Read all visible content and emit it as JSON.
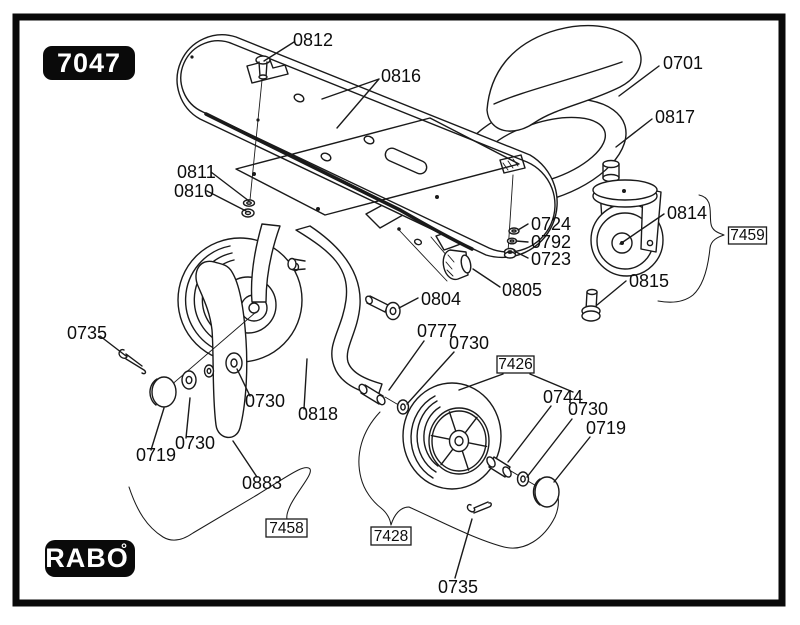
{
  "badge": {
    "model": "7047"
  },
  "logo": {
    "brand": "RABO",
    "mark": "°"
  },
  "assembly_boxes": {
    "b7459": "7459",
    "b7426": "7426",
    "b7458": "7458",
    "b7428": "7428"
  },
  "labels": {
    "l0812": "0812",
    "l0816": "0816",
    "l0701": "0701",
    "l0817": "0817",
    "l0811": "0811",
    "l0810": "0810",
    "l0724": "0724",
    "l0792": "0792",
    "l0723": "0723",
    "l0814": "0814",
    "l0815": "0815",
    "l0805": "0805",
    "l0804": "0804",
    "l0777": "0777",
    "l0730_front_upper": "0730",
    "l0744": "0744",
    "l0730_front_mid": "0730",
    "l0719_front": "0719",
    "l0735_bottom": "0735",
    "l0883": "0883",
    "l0818": "0818",
    "l0730_left_upper": "0730",
    "l0730_left_lower": "0730",
    "l0719_left": "0719",
    "l0735_left": "0735"
  },
  "part_numbers": [
    "0701",
    "0719",
    "0723",
    "0724",
    "0730",
    "0735",
    "0744",
    "0777",
    "0792",
    "0804",
    "0805",
    "0810",
    "0811",
    "0812",
    "0814",
    "0815",
    "0816",
    "0817",
    "0818",
    "0883"
  ],
  "assembly_numbers": [
    "7426",
    "7428",
    "7458",
    "7459"
  ]
}
